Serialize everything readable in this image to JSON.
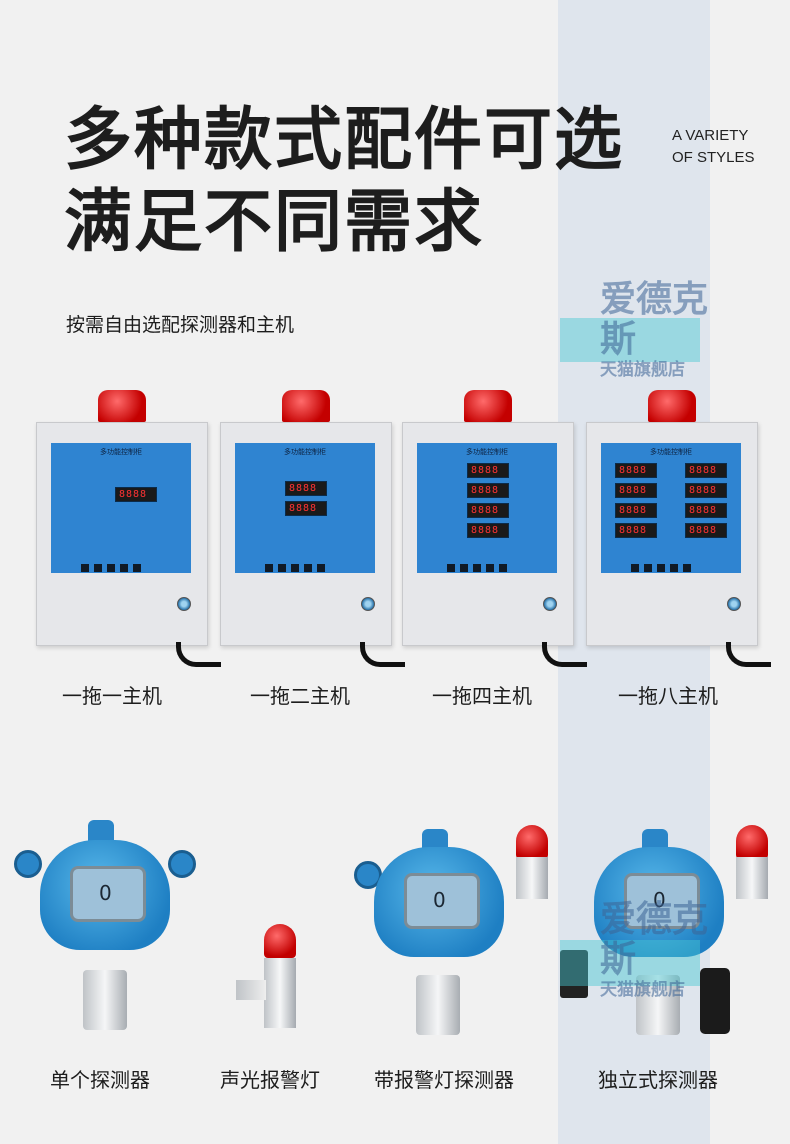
{
  "header": {
    "title_line1": "多种款式配件可选",
    "title_line2": "满足不同需求",
    "english_line1": "A VARIETY",
    "english_line2": "OF STYLES",
    "subtitle": "按需自由选配探测器和主机"
  },
  "watermark": {
    "brand": "爱德克斯",
    "shop": "天猫旗舰店"
  },
  "controllers": [
    {
      "label": "一拖一主机",
      "panel_title": "多功能控制柜"
    },
    {
      "label": "一拖二主机",
      "panel_title": "多功能控制柜"
    },
    {
      "label": "一拖四主机",
      "panel_title": "多功能控制柜"
    },
    {
      "label": "一拖八主机",
      "panel_title": "多功能控制柜"
    }
  ],
  "detectors": [
    {
      "label": "单个探测器",
      "reading": "0"
    },
    {
      "label": "声光报警灯"
    },
    {
      "label": "带报警灯探测器",
      "reading": "0"
    },
    {
      "label": "独立式探测器",
      "reading": "0"
    }
  ],
  "colors": {
    "panel_blue": "#2f84d1",
    "alarm_red": "#c40000",
    "stripe": "#c8d4ea"
  }
}
